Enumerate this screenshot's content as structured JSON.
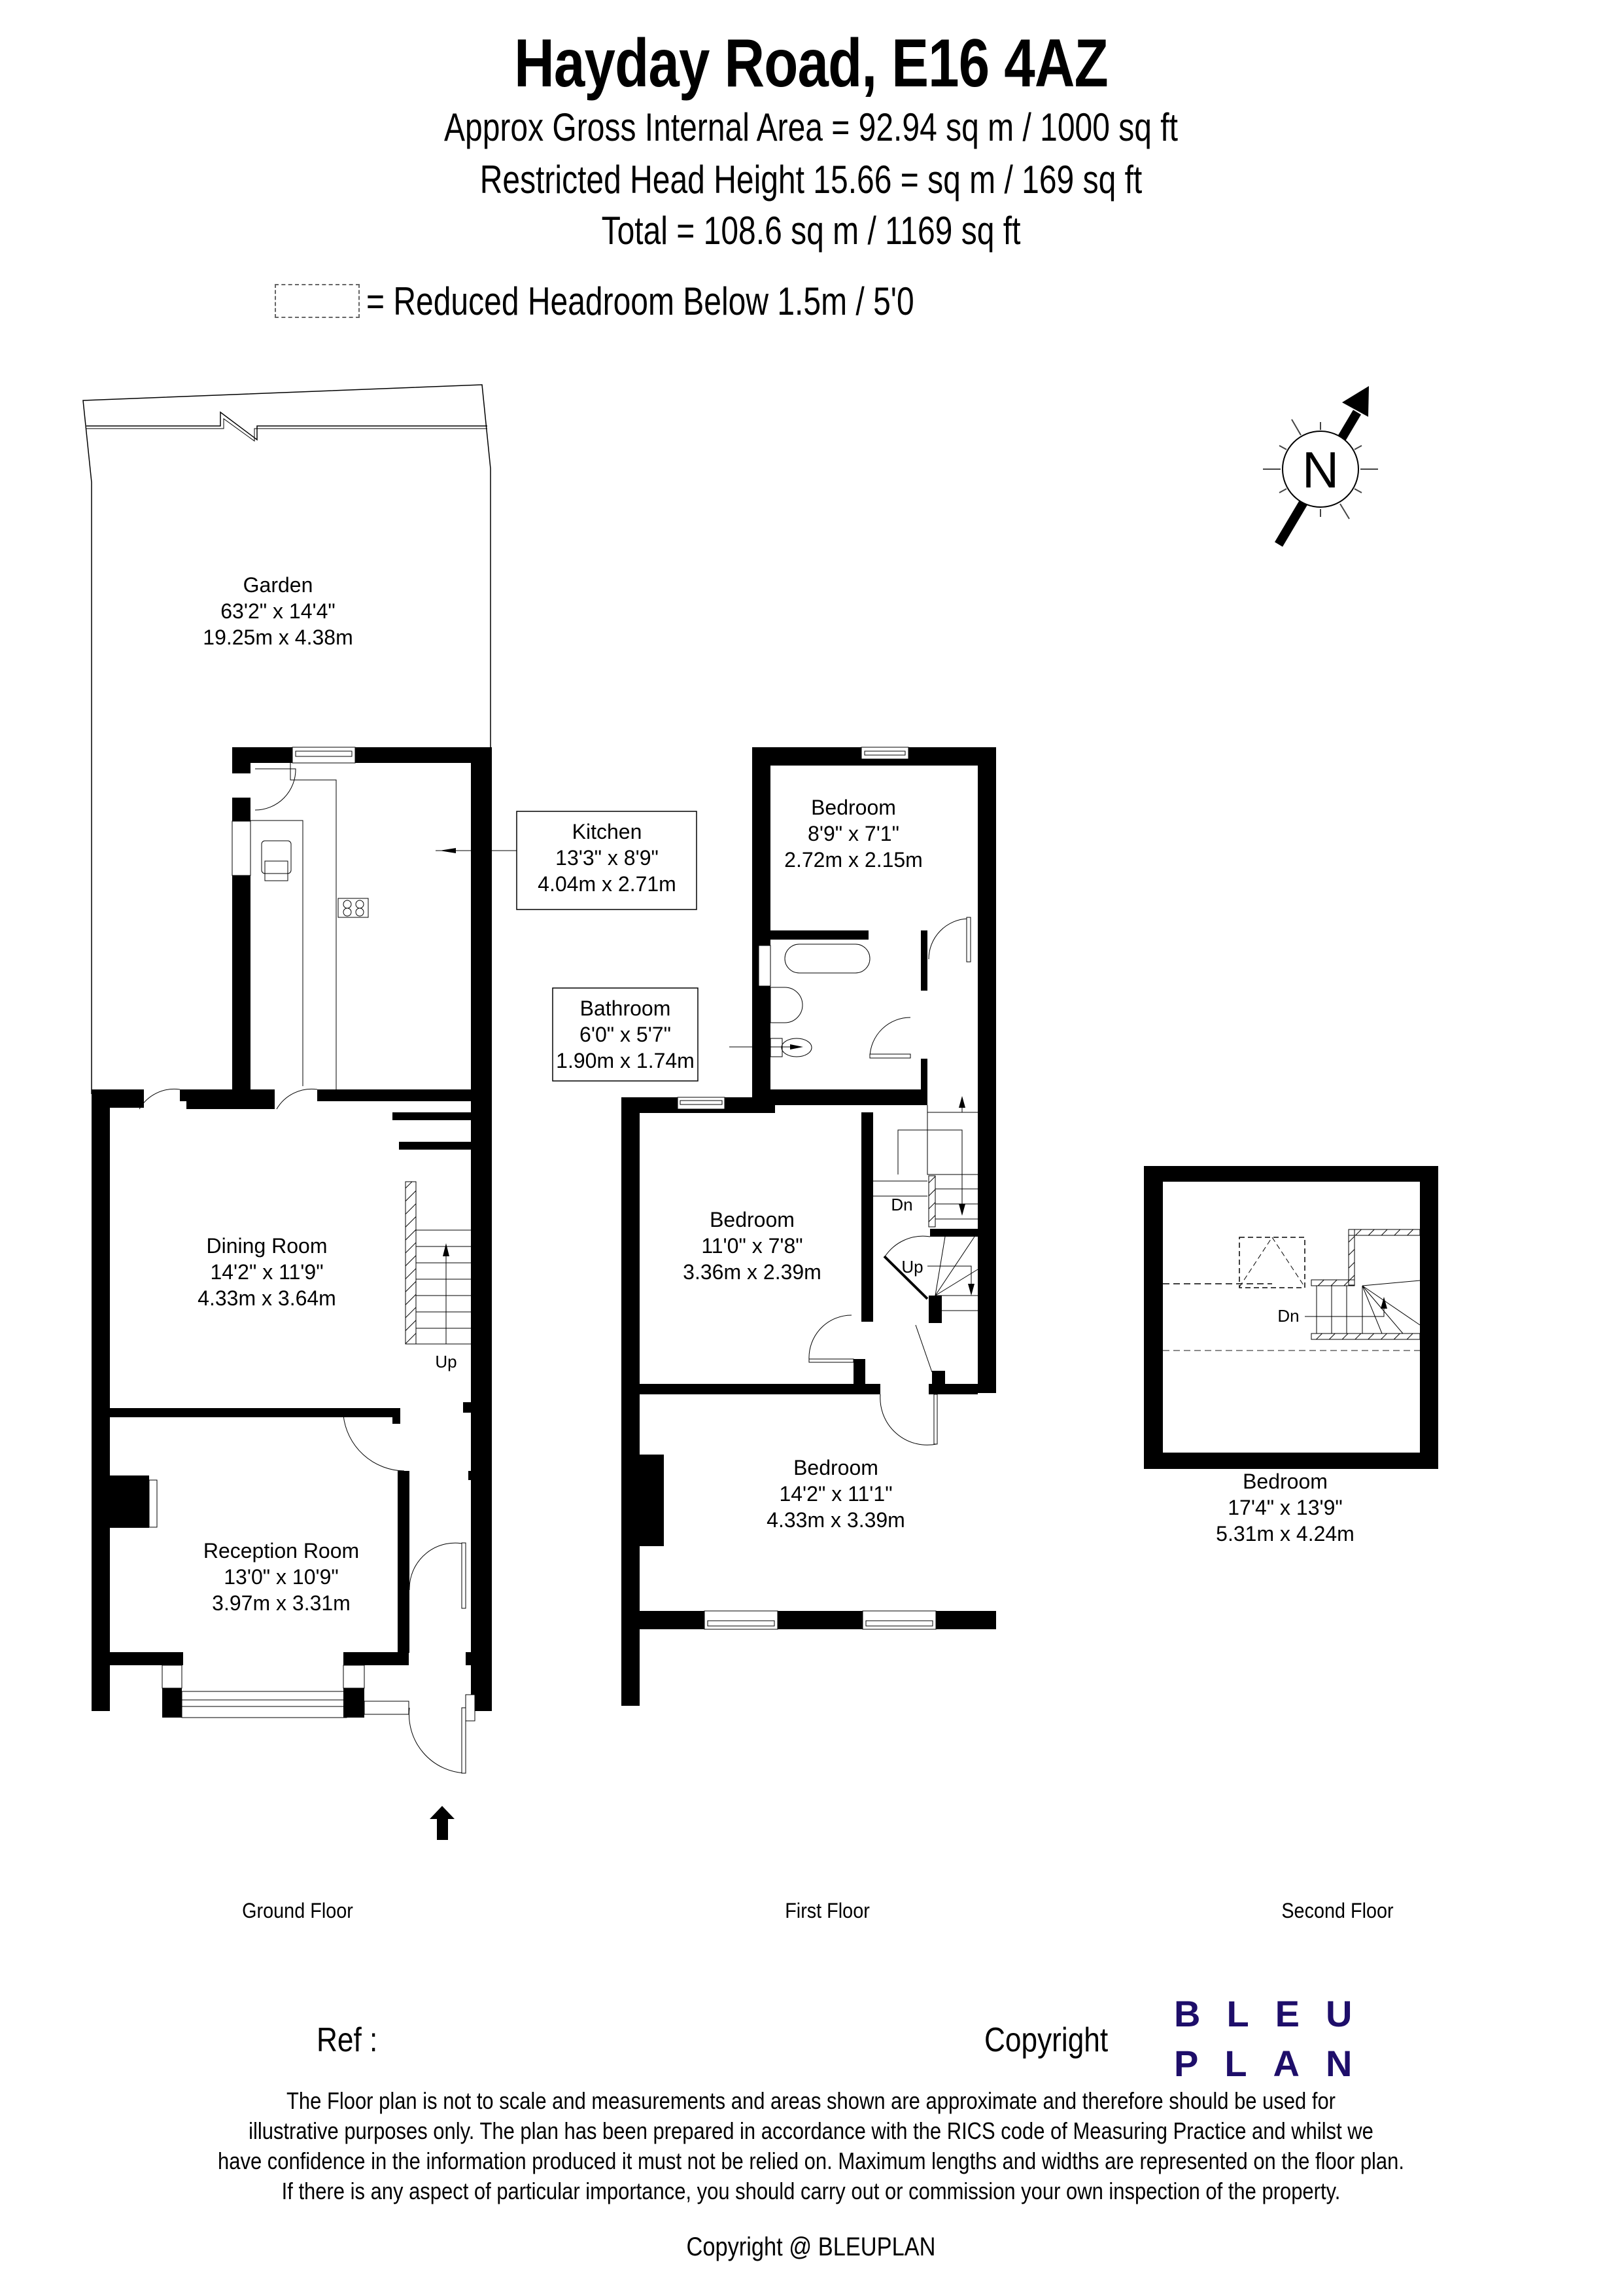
{
  "header": {
    "title": "Hayday Road, E16 4AZ",
    "gross_area": "Approx Gross Internal Area = 92.94 sq m / 1000 sq ft",
    "restricted": "Restricted Head Height 15.66 = sq m / 169 sq ft",
    "total": "Total = 108.6 sq m / 1169 sq ft",
    "legend_text": "= Reduced Headroom Below 1.5m / 5'0"
  },
  "compass": {
    "label": "N",
    "icon": "north-arrow-icon"
  },
  "floors": {
    "ground": {
      "label": "Ground Floor",
      "rooms": [
        {
          "name": "Garden",
          "imperial": "63'2\" x 14'4\"",
          "metric": "19.25m x 4.38m"
        },
        {
          "name": "Kitchen",
          "imperial": "13'3\" x 8'9\"",
          "metric": "4.04m x 2.71m"
        },
        {
          "name": "Dining Room",
          "imperial": "14'2\" x 11'9\"",
          "metric": "4.33m x 3.64m"
        },
        {
          "name": "Reception Room",
          "imperial": "13'0\" x 10'9\"",
          "metric": "3.97m x 3.31m"
        }
      ],
      "stairs_label": "Up"
    },
    "first": {
      "label": "First Floor",
      "rooms": [
        {
          "name": "Bedroom",
          "imperial": "8'9\" x 7'1\"",
          "metric": "2.72m x 2.15m"
        },
        {
          "name": "Bathroom",
          "imperial": "6'0\" x 5'7\"",
          "metric": "1.90m x 1.74m"
        },
        {
          "name": "Bedroom",
          "imperial": "11'0\" x 7'8\"",
          "metric": "3.36m x 2.39m"
        },
        {
          "name": "Bedroom",
          "imperial": "14'2\" x 11'1\"",
          "metric": "4.33m x 3.39m"
        }
      ],
      "stairs_down_label": "Dn",
      "stairs_up_label": "Up"
    },
    "second": {
      "label": "Second Floor",
      "rooms": [
        {
          "name": "Bedroom",
          "imperial": "17'4\" x 13'9\"",
          "metric": "5.31m x 4.24m"
        }
      ],
      "stairs_down_label": "Dn"
    }
  },
  "footer": {
    "ref_label": "Ref  :",
    "copyright_label": "Copyright",
    "logo_line1": "BLEU",
    "logo_line2": "PLAN",
    "logo_color": "#1e0e6a",
    "disclaimer": [
      "The Floor plan is not to scale and measurements and areas shown are approximate and therefore should be used for",
      "illustrative purposes only. The plan has been prepared in accordance with the RICS code of Measuring Practice and whilst we",
      "have confidence in the information produced it must not be relied on. Maximum lengths and widths are represented on the floor plan.",
      "If there is any aspect of particular importance, you should carry out or commission your own inspection of the property."
    ],
    "copyright_line": "Copyright @ BLEUPLAN"
  }
}
